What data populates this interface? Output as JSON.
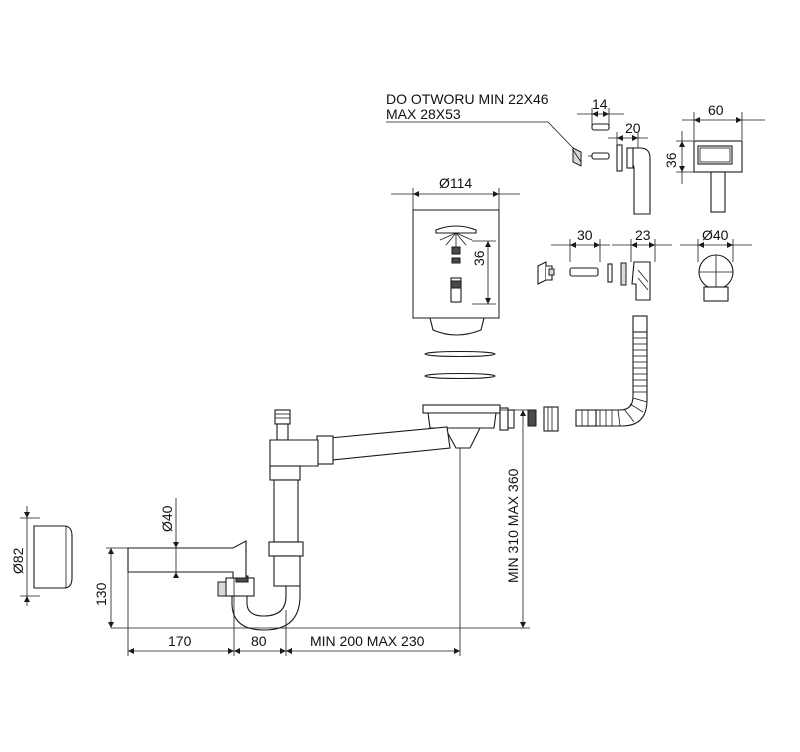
{
  "dimensions": {
    "hole_note_line1": "DO OTWORU MIN 22X46",
    "hole_note_line2": "MAX 28X53",
    "width_14": "14",
    "width_20": "20",
    "width_60": "60",
    "height_36_overflow": "36",
    "diameter_114": "Ø114",
    "height_36_strainer": "36",
    "width_30": "30",
    "width_23": "23",
    "diameter_40_top": "Ø40",
    "diameter_40_pipe": "Ø40",
    "diameter_82": "Ø82",
    "height_130": "130",
    "length_170": "170",
    "length_80": "80",
    "length_min_max": "MIN 200 MAX 230",
    "height_min_max": "MIN 310 MAX 360"
  }
}
